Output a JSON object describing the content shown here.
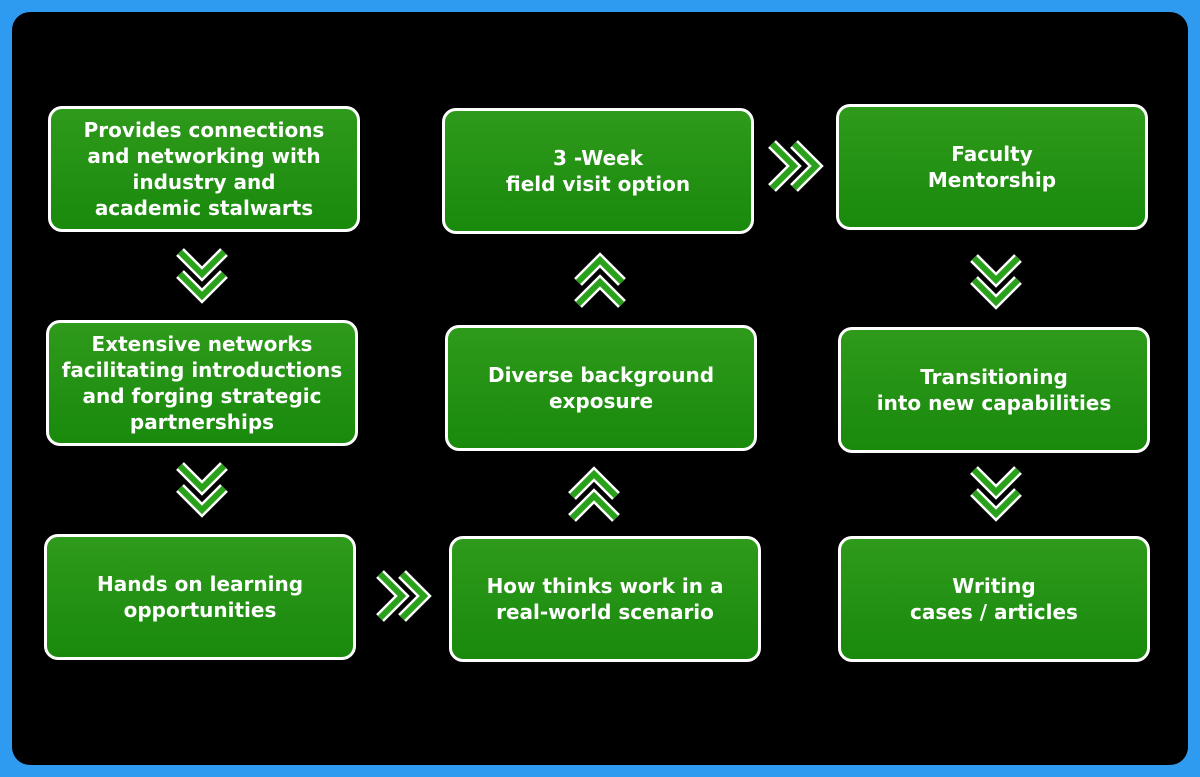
{
  "colors": {
    "outer_border": "#2e9bf0",
    "background": "#000000",
    "node_fill_top": "#2f9a1c",
    "node_fill_bottom": "#198a0c",
    "node_border": "#ffffff",
    "arrow_fill": "#2aa11a",
    "arrow_outline": "#ffffff"
  },
  "diagram": {
    "nodes": {
      "connections": "Provides connections\nand networking with\nindustry and\nacademic stalwarts",
      "extensive_networks": "Extensive networks\nfacilitating introductions\nand forging strategic\npartnerships",
      "hands_on": "Hands on learning\nopportunities",
      "real_world": "How thinks work in a\nreal-world scenario",
      "diverse_background": "Diverse background\nexposure",
      "field_visit": "3 -Week\nfield visit option",
      "faculty_mentorship": "Faculty\nMentorship",
      "transitioning": "Transitioning\ninto new capabilities",
      "writing": "Writing\ncases / articles"
    },
    "arrows": [
      {
        "from": "connections",
        "to": "extensive_networks",
        "direction": "down",
        "icon": "double-chevron-down-icon"
      },
      {
        "from": "extensive_networks",
        "to": "hands_on",
        "direction": "down",
        "icon": "double-chevron-down-icon"
      },
      {
        "from": "hands_on",
        "to": "real_world",
        "direction": "right",
        "icon": "double-chevron-right-icon"
      },
      {
        "from": "real_world",
        "to": "diverse_background",
        "direction": "up",
        "icon": "double-chevron-up-icon"
      },
      {
        "from": "diverse_background",
        "to": "field_visit",
        "direction": "up",
        "icon": "double-chevron-up-icon"
      },
      {
        "from": "field_visit",
        "to": "faculty_mentorship",
        "direction": "right",
        "icon": "double-chevron-right-icon"
      },
      {
        "from": "faculty_mentorship",
        "to": "transitioning",
        "direction": "down",
        "icon": "double-chevron-down-icon"
      },
      {
        "from": "transitioning",
        "to": "writing",
        "direction": "down",
        "icon": "double-chevron-down-icon"
      }
    ]
  }
}
